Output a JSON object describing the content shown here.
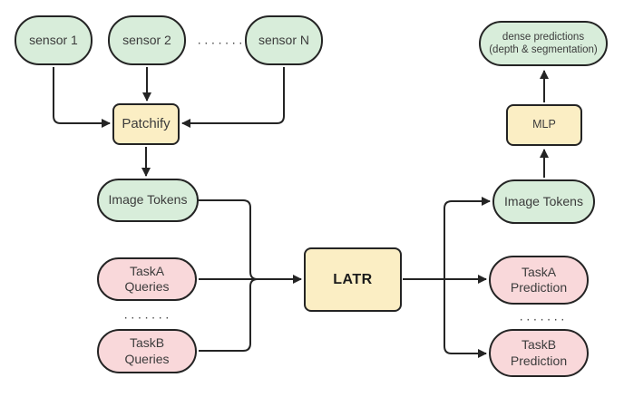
{
  "colors": {
    "green_fill": "#d8edda",
    "pink_fill": "#f9d8da",
    "yellow_fill": "#fbeec4",
    "outline": "#242424",
    "wire": "#242424",
    "text": "#3c3c3c",
    "background": "#ffffff"
  },
  "nodes": {
    "sensor1": {
      "label": "sensor 1"
    },
    "sensor2": {
      "label": "sensor 2"
    },
    "sensorN": {
      "label": "sensor N"
    },
    "patchify": {
      "label": "Patchify"
    },
    "image_tokens_left": {
      "label": "Image Tokens"
    },
    "taskA_queries": {
      "line1": "TaskA",
      "line2": "Queries"
    },
    "taskB_queries": {
      "line1": "TaskB",
      "line2": "Queries"
    },
    "latr": {
      "label": "LATR"
    },
    "image_tokens_right": {
      "label": "Image Tokens"
    },
    "mlp": {
      "label": "MLP"
    },
    "dense_predictions": {
      "line1": "dense predictions",
      "line2": "(depth & segmentation)"
    },
    "taskA_prediction": {
      "line1": "TaskA",
      "line2": "Prediction"
    },
    "taskB_prediction": {
      "line1": "TaskB",
      "line2": "Prediction"
    }
  },
  "ellipsis": {
    "sensors": ".......",
    "queries": ".......",
    "predictions": "......."
  }
}
